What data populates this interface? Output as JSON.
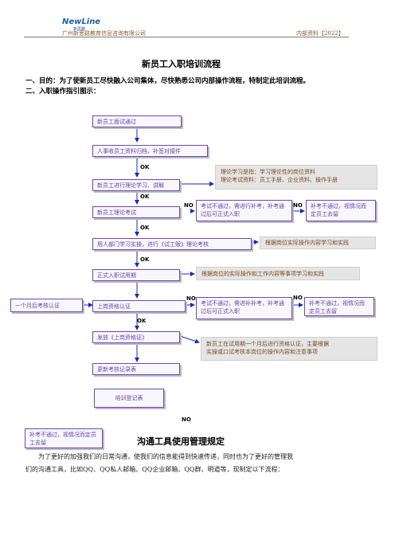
{
  "header": {
    "logo_word": "NewLine",
    "logo_sub": "新思路",
    "company": "广州新思路教育信息咨询有限公司",
    "doc_class": "内部资料【2022】"
  },
  "title": "新员工入职培训流程",
  "sections": {
    "purpose": "一、目的：为了使新员工尽快融入公司集体，尽快熟悉公司内部操作流程，特制定此培训流程。",
    "guide": "二、入职操作指引图示："
  },
  "flow": {
    "step1": "新员工面试通过",
    "step2": "人事收员工资料归档，补签对接件",
    "step3": "新员工进行理论学习、讲解",
    "step4": "新员工理论考试",
    "step5": "用人部门学习实操，进行《试工贩》理论考核",
    "step6": "正式入职试用期",
    "step7": "上岗资格认证",
    "step8": "发放《上岗资格证》",
    "step9": "更新考核记录表",
    "step10": "培训登记表",
    "left_cert": "一个月后考核认证",
    "retake1": "考试不通过，需进行补考，补考通过后可正式入职",
    "fail1": "补考不通过，视情况而定员工去留",
    "retake2": "考试不通过，需进补补考，补考通过后可正式入职",
    "fail2": "补考不通过，视情况而定员工去留",
    "fail3": "补考不通过，视情况而定员工去留"
  },
  "notes": {
    "theory_line1": "理论学习是指：学习理论性的岗位资料",
    "theory_line2": "理论考试资料：员工手册、企业资料、操作手册",
    "practice": "根据岗位实际操作内容学习和实践",
    "probation": "根据岗位的实际操作和工作内容等事项学习和实践",
    "cert_line1": "新员工在试用期一个月后进行资格认证，主要根据",
    "cert_line2": "实操或口试考核本岗位的操作内容和注意事项"
  },
  "labels": {
    "ok": "OK",
    "no": "NO"
  },
  "section2": {
    "title": "沟通工具使用管理规定",
    "para_line1": "为了更好的加强我们的日常沟通，使我们的信息能得到快速传递，同时也为了更好的管理我",
    "para_line2": "们的沟通工具，比如QQ、QQ私人邮箱、QQ企业邮箱、QQ群、明道等，现制定以下流程："
  }
}
